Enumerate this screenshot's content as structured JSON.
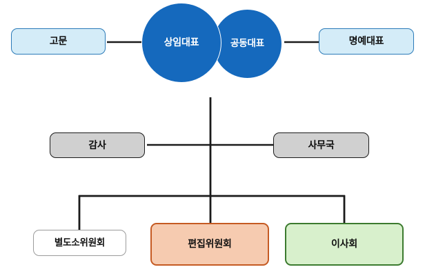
{
  "diagram": {
    "type": "organization-chart",
    "background_color": "#ffffff",
    "nodes": {
      "senior_representative": {
        "label": "상임대표",
        "shape": "circle",
        "fill": "#1569bd",
        "text_color": "#ffffff"
      },
      "co_representative": {
        "label": "공동대표",
        "shape": "circle",
        "fill": "#1569bd",
        "text_color": "#ffffff"
      },
      "advisor": {
        "label": "고문",
        "shape": "rounded-rect",
        "fill": "#d4ecf8",
        "border": "#2a7ab8"
      },
      "honorary_representative": {
        "label": "명예대표",
        "shape": "rounded-rect",
        "fill": "#d4ecf8",
        "border": "#2a7ab8"
      },
      "auditor": {
        "label": "감사",
        "shape": "rounded-rect",
        "fill": "#d0d0d0",
        "border": "#1a1a1a"
      },
      "secretariat": {
        "label": "사무국",
        "shape": "rounded-rect",
        "fill": "#d0d0d0",
        "border": "#1a1a1a"
      },
      "separate_subcommittee": {
        "label": "별도소위원회",
        "shape": "rounded-rect",
        "fill": "#ffffff",
        "border": "#9b9b9b"
      },
      "editorial_committee": {
        "label": "편집위원회",
        "shape": "rounded-rect",
        "fill": "#f6cbb0",
        "border": "#c55a22"
      },
      "board_of_directors": {
        "label": "이사회",
        "shape": "rounded-rect",
        "fill": "#d8f0cc",
        "border": "#3b7a2e"
      }
    },
    "connectors": {
      "line_color": "#1a1a1a",
      "edges": [
        {
          "from": "advisor",
          "to": "senior_representative",
          "style": "horizontal"
        },
        {
          "from": "co_representative",
          "to": "honorary_representative",
          "style": "horizontal"
        },
        {
          "from": "senior_representative",
          "to": "auditor",
          "style": "elbow"
        },
        {
          "from": "senior_representative",
          "to": "secretariat",
          "style": "elbow"
        },
        {
          "from": "senior_representative",
          "to": "separate_subcommittee",
          "style": "elbow"
        },
        {
          "from": "senior_representative",
          "to": "editorial_committee",
          "style": "vertical"
        },
        {
          "from": "senior_representative",
          "to": "board_of_directors",
          "style": "elbow"
        }
      ]
    }
  }
}
